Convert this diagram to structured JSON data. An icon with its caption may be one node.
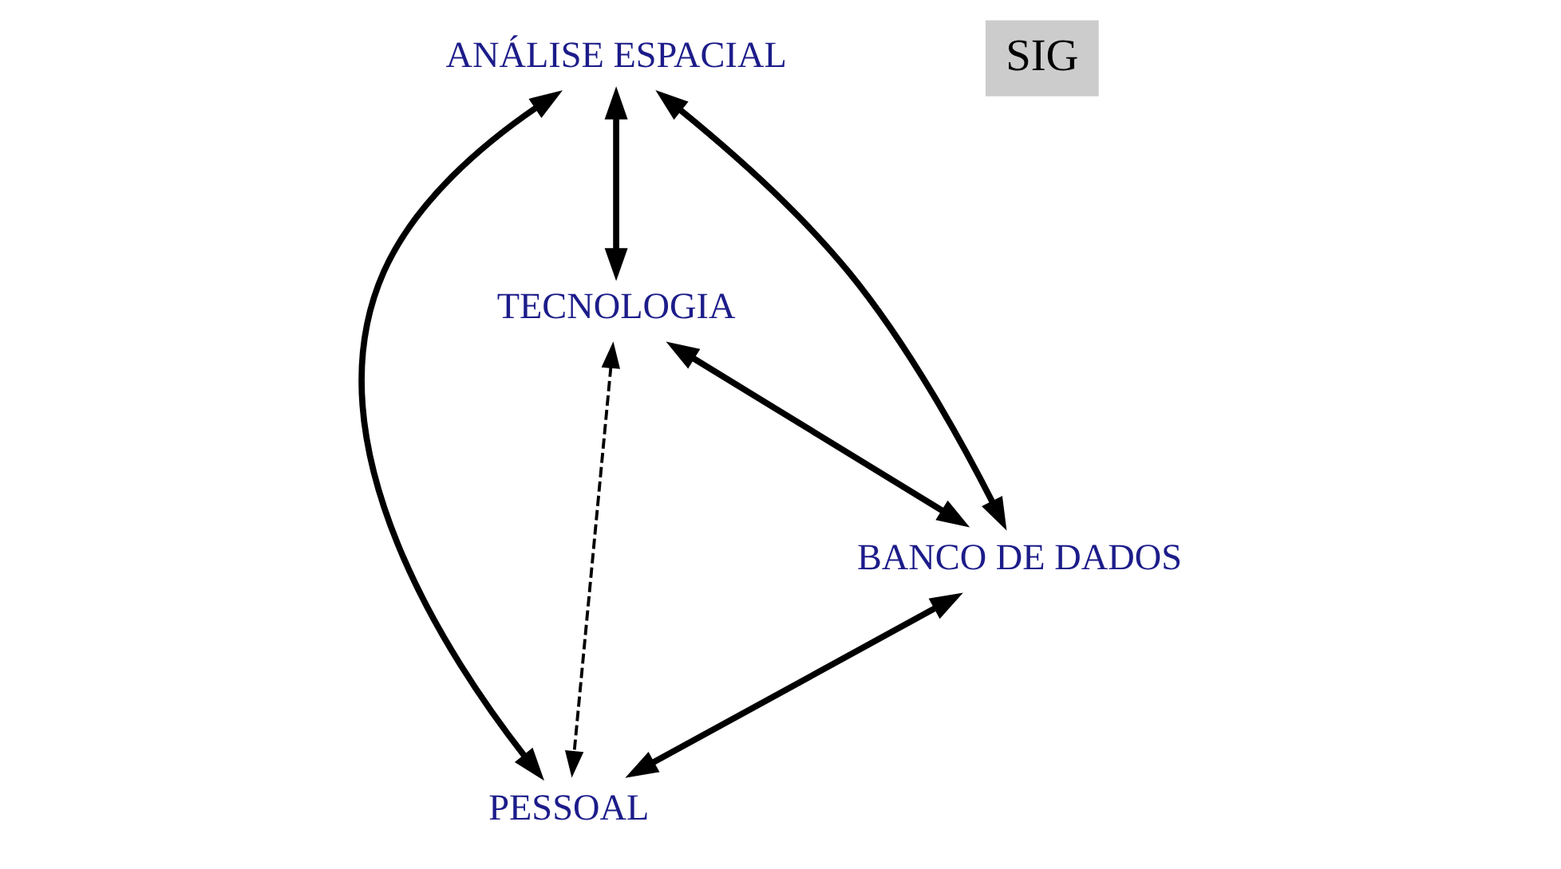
{
  "diagram": {
    "nodes": [
      {
        "text": [
          "ANÁLISE ESPACIAL"
        ]
      },
      {
        "text": [
          "PESSOAL"
        ]
      },
      {
        "text": [
          "TECNOLOGIA"
        ]
      },
      {
        "text": [
          "BANCO DE DADOS"
        ]
      }
    ],
    "edges": [
      {
        "from": 0,
        "to": 2,
        "arrow": "both"
      },
      {
        "from": 0,
        "to": 3,
        "arrow": "both"
      },
      {
        "from": 0,
        "to": 1,
        "arrow": "both"
      },
      {
        "from": 2,
        "to": 3,
        "arrow": "both"
      },
      {
        "from": 3,
        "to": 1,
        "arrow": "both"
      },
      {
        "from": 2,
        "to": 1,
        "arrow": "both",
        "style": "dashed"
      }
    ],
    "labels": [
      "SIG"
    ]
  }
}
